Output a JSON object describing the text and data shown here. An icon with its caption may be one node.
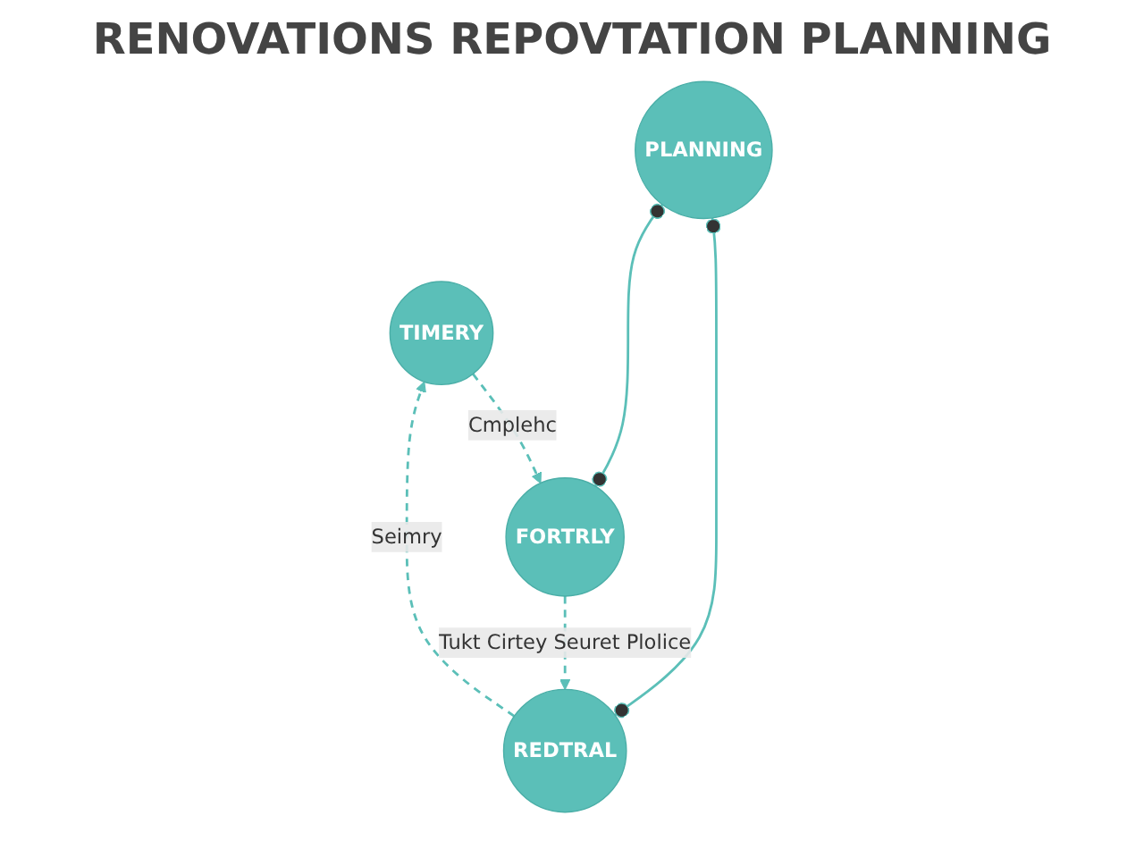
{
  "diagram": {
    "title": "RENOVATIONS REPOVTATION PLANNING",
    "nodes": [
      {
        "text": [
          "TIMERY"
        ]
      },
      {
        "text": [
          "PLANNING"
        ]
      },
      {
        "text": [
          "REDTRAL"
        ]
      },
      {
        "text": [
          "FORTRLY"
        ]
      }
    ],
    "edges": [
      {
        "from": 2,
        "to": 0,
        "arrow": "to",
        "label": "Seimry",
        "style": "dashed"
      },
      {
        "from": 0,
        "to": 3,
        "arrow": "to",
        "label": "Cmplehc",
        "style": "dashed"
      },
      {
        "from": 3,
        "to": 2,
        "arrow": "to",
        "label": "Tukt Cirtey Seuret Plolice",
        "style": "dashed"
      },
      {
        "from": 1,
        "to": 2,
        "arrow": "other"
      },
      {
        "from": 1,
        "to": 3,
        "arrow": "other"
      }
    ]
  }
}
